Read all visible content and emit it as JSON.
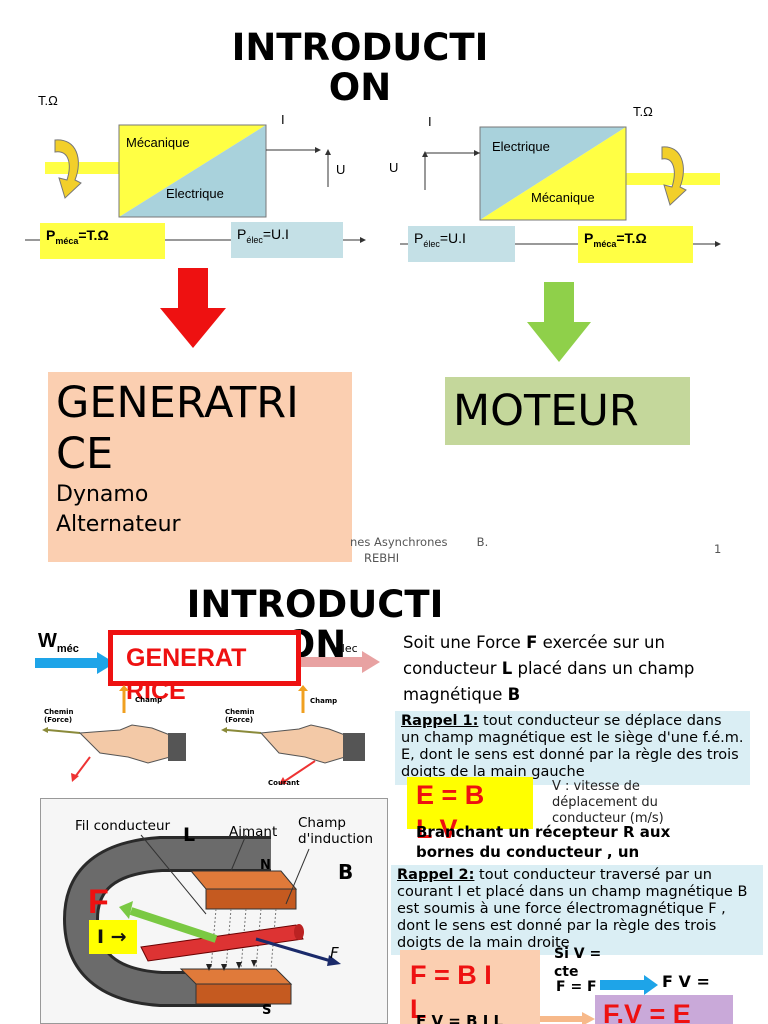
{
  "slide1": {
    "title": "INTRODUCTI\nON",
    "gen_diagram": {
      "torque_left": "T.Ω",
      "current_label": "I",
      "voltage_label": "U",
      "mech_label": "Mécanique",
      "elec_label": "Electrique",
      "p_meca_main": "P",
      "p_meca_sub": "méca",
      "p_meca_rest": "=T.Ω",
      "p_elec_main": "P",
      "p_elec_sub": "élec",
      "p_elec_rest": "=U.I"
    },
    "mot_diagram": {
      "torque_right": "T.Ω",
      "current_label": "I",
      "voltage_label": "U",
      "elec_label": "Electrique",
      "mech_label": "Mécanique",
      "p_elec_main": "P",
      "p_elec_sub": "élec",
      "p_elec_rest": "=U.I",
      "p_meca_main": "P",
      "p_meca_sub": "méca",
      "p_meca_rest": "=T.Ω"
    },
    "generatrice": {
      "title": "GENERATRI\nCE",
      "line1": "Dynamo",
      "line2": "Alternateur"
    },
    "moteur": {
      "title": "MOTEUR"
    },
    "footer_text": "nes Asynchrones        B.",
    "footer_text2": "REBHI",
    "page_number": "1",
    "colors": {
      "red_arrow": "#ee1111",
      "green_arrow": "#8fd04a",
      "peach": "#fbcfb1",
      "olive_green": "#c4d79b",
      "yellow": "#ffff44",
      "lightblue": "#c4e0e6"
    }
  },
  "slide2": {
    "title": "INTRODUCTI\nON",
    "w_meca_main": "W",
    "w_meca_sub": "méc",
    "w_elec_sub": "élec",
    "generatrice_label": "GENERAT\nRICE",
    "hand_labels": {
      "champ": "Champ",
      "chemin": "Chemin\n(Force)",
      "courant": "Courant"
    },
    "force_intro": [
      "Soit une Force ",
      "F",
      " exercée sur  un conducteur ",
      "L",
      " placé dans un champ magnétique ",
      "B"
    ],
    "rappel1_label": "Rappel 1:",
    "rappel1_text": " tout conducteur se déplace dans un champ magnétique est le siège d'une f.é.m.  E, dont le sens est donné par la règle des trois doigts de la main gauche",
    "formula_e": "E = B\nL V",
    "v_note": "V : vitesse de déplacement du conducteur (m/s)",
    "branchant": "Branchant un récepteur R aux bornes du conducteur , un",
    "rappel2_label": "Rappel 2:",
    "rappel2_text": "  tout conducteur traversé par un courant I et placé dans un champ magnétique B est soumis à une force électromagnétique F , dont le sens est donné par la règle des trois doigts de la main droite",
    "formula_f": "F = B I\nL",
    "si_v": "Si  V =\ncte",
    "f_eq": "F = F",
    "fv_eq": "F V =",
    "fv_bil": "F V = B I L",
    "fv_box": "F.V = E",
    "magnet_labels": {
      "fil": "Fil conducteur",
      "L": "L",
      "aimant": "Aimant",
      "champ": "Champ\nd'induction",
      "N": "N",
      "B": "B",
      "S": "S",
      "F_red": "F",
      "I_arrow": "I →",
      "F_small": "F"
    }
  }
}
